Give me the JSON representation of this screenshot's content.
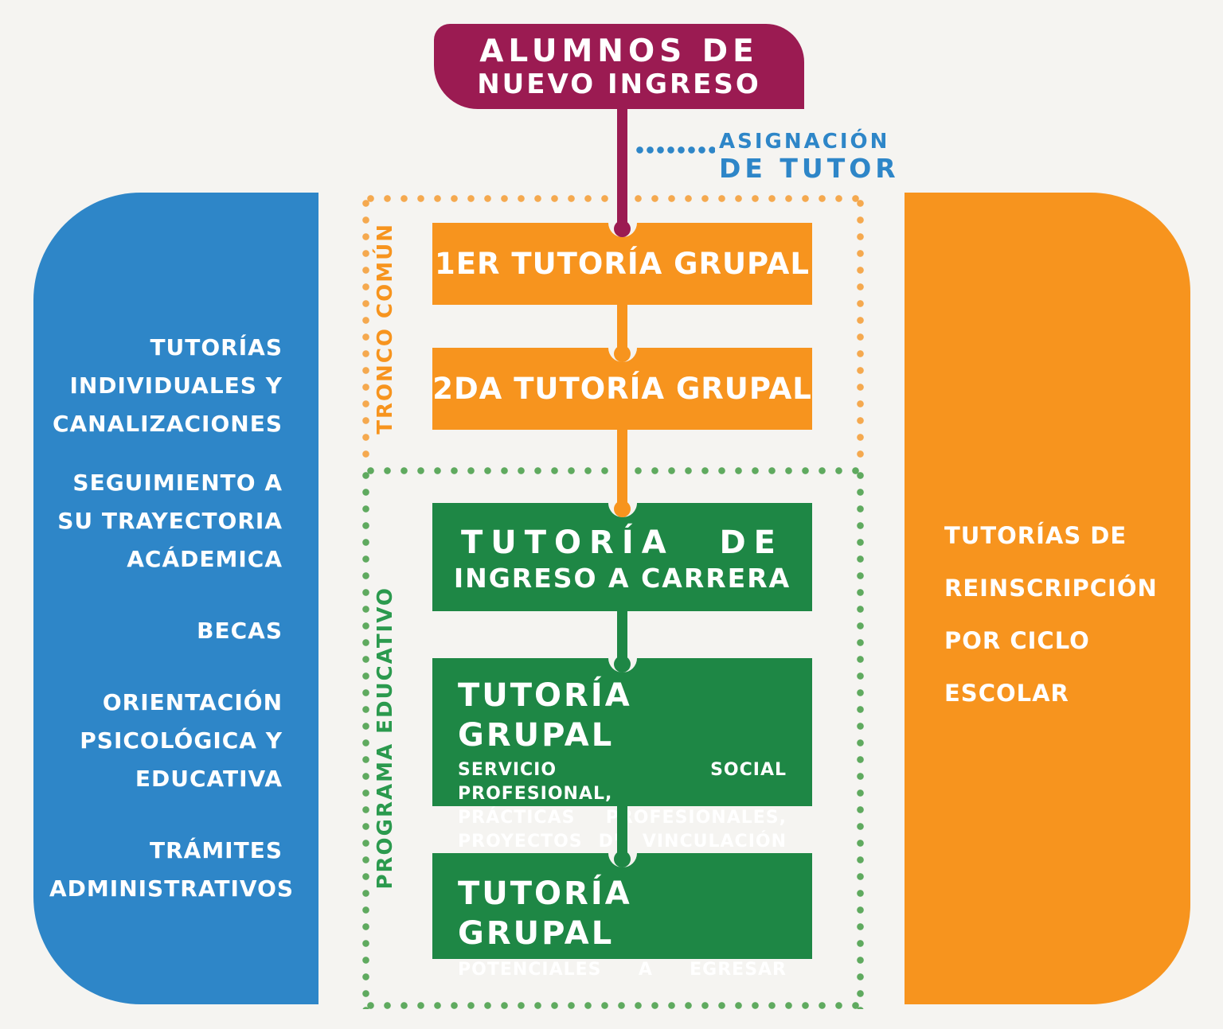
{
  "colors": {
    "background": "#F5F4F1",
    "maroon": "#9B1B52",
    "blue": "#2E86C8",
    "orange": "#F7941E",
    "orange_dot": "#F5A94F",
    "green": "#1E8745",
    "green_label": "#2B9A4E",
    "green_dot": "#5FAA5F",
    "white": "#FFFFFF"
  },
  "header": {
    "line1": "ALUMNOS DE",
    "line2": "NUEVO INGRESO"
  },
  "assignment": {
    "line1": "ASIGNACIÓN",
    "line2": "DE TUTOR"
  },
  "left_panel": {
    "items": [
      {
        "lines": [
          "TUTORÍAS",
          "INDIVIDUALES Y",
          "CANALIZACIONES"
        ]
      },
      {
        "lines": [
          "SEGUIMIENTO A",
          "SU TRAYECTORIA",
          "ACÁDEMICA"
        ]
      },
      {
        "lines": [
          "BECAS"
        ]
      },
      {
        "lines": [
          "ORIENTACIÓN",
          "PSICOLÓGICA Y",
          "EDUCATIVA"
        ]
      },
      {
        "lines": [
          "TRÁMITES",
          "ADMINISTRATIVOS"
        ]
      }
    ]
  },
  "right_panel": {
    "lines": [
      "TUTORÍAS DE",
      "REINSCRIPCIÓN",
      "POR CICLO",
      "ESCOLAR"
    ]
  },
  "tronco_comun": {
    "label": "TRONCO COMÚN",
    "box1": "1ER TUTORÍA GRUPAL",
    "box2": "2DA TUTORÍA GRUPAL"
  },
  "programa_educativo": {
    "label": "PROGRAMA EDUCATIVO",
    "box1": {
      "title": "TUTORÍA DE",
      "subtitle": "INGRESO A CARRERA"
    },
    "box2": {
      "title": "TUTORÍA GRUPAL",
      "lines": [
        "SERVICIO SOCIAL PROFESIONAL,",
        "PRÁCTICAS PROFESIONALES,",
        "PROYECTOS DE VINCULACIÓN"
      ]
    },
    "box3": {
      "title": "TUTORÍA GRUPAL",
      "subtitle": "POTENCIALES A EGRESAR"
    }
  }
}
